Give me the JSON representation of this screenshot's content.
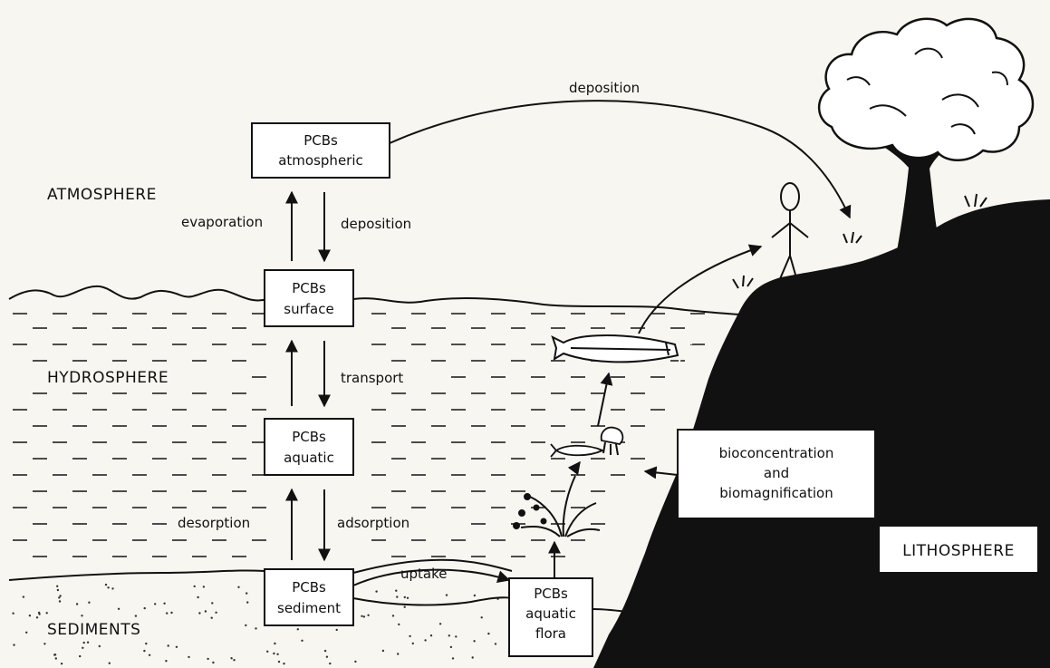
{
  "zones": {
    "atmosphere": "ATMOSPHERE",
    "hydrosphere": "HYDROSPHERE",
    "sediments": "SEDIMENTS",
    "lithosphere": "LITHOSPHERE"
  },
  "boxes": {
    "atmospheric": [
      "PCBs",
      "atmospheric"
    ],
    "surface": [
      "PCBs",
      "surface"
    ],
    "aquatic": [
      "PCBs",
      "aquatic"
    ],
    "sediment": [
      "PCBs",
      "sediment"
    ],
    "aquatic_flora": [
      "PCBs",
      "aquatic",
      "flora"
    ],
    "bio": [
      "bioconcentration",
      "and",
      "biomagnification"
    ]
  },
  "processes": {
    "deposition_top": "deposition",
    "evaporation": "evaporation",
    "deposition": "deposition",
    "transport": "transport",
    "desorption": "desorption",
    "adsorption": "adsorption",
    "uptake": "uptake"
  },
  "colors": {
    "land": "#111111",
    "ink": "#111111",
    "paper": "#f8f6f0"
  }
}
